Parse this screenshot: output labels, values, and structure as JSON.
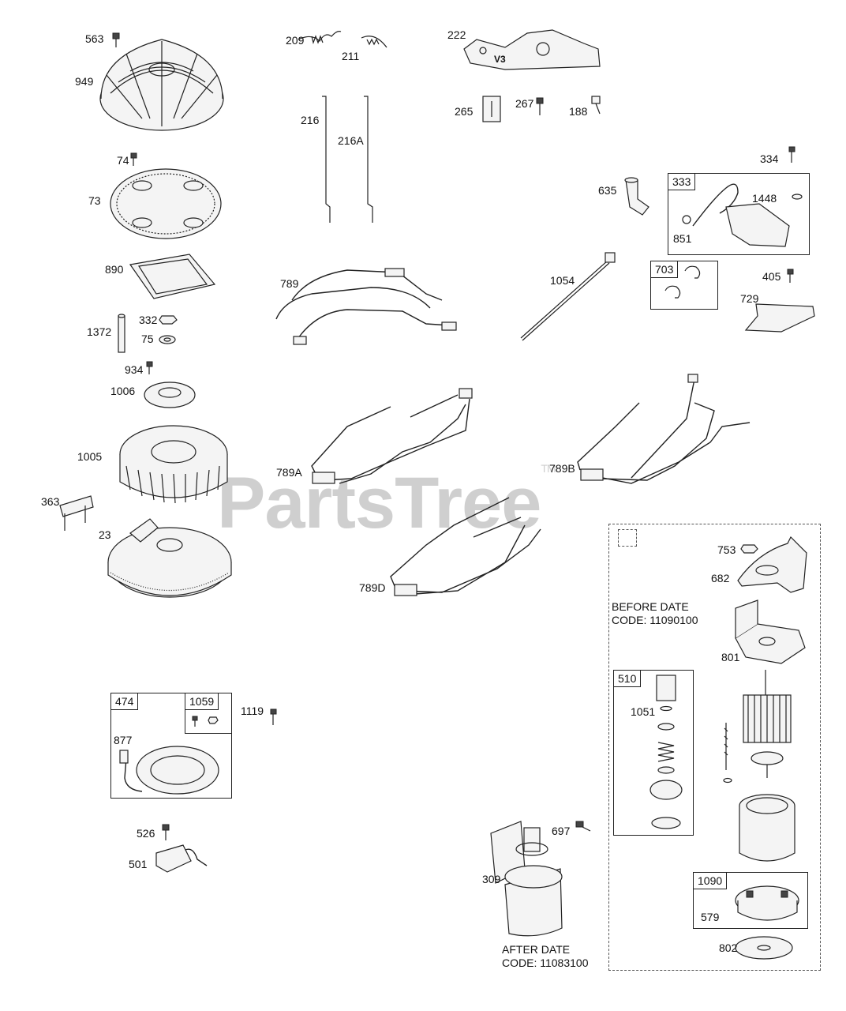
{
  "watermark": {
    "text": "PartsTree",
    "tm": "TM"
  },
  "labels": {
    "p563": "563",
    "p949": "949",
    "p74": "74",
    "p73": "73",
    "p890": "890",
    "p1372": "1372",
    "p332": "332",
    "p75": "75",
    "p934": "934",
    "p1006": "1006",
    "p1005": "1005",
    "p363": "363",
    "p23": "23",
    "p209": "209",
    "p211": "211",
    "p216": "216",
    "p216A": "216A",
    "p222": "222",
    "p265": "265",
    "p267": "267",
    "p188": "188",
    "p334": "334",
    "p635": "635",
    "p1448": "1448",
    "p851": "851",
    "p789": "789",
    "p1054": "1054",
    "p405": "405",
    "p729": "729",
    "p789A": "789A",
    "p789B": "789B",
    "p789D": "789D",
    "p753": "753",
    "p682": "682",
    "p801": "801",
    "p1051": "1051",
    "p697": "697",
    "p309": "309",
    "p579": "579",
    "p802": "802",
    "p1119": "1119",
    "p877": "877",
    "p526": "526",
    "p501": "501",
    "v3": "V3"
  },
  "boxes": {
    "b333": "333",
    "b703": "703",
    "b474": "474",
    "b1059": "1059",
    "b510": "510",
    "b1090": "1090"
  },
  "notes": {
    "before_line1": "BEFORE DATE",
    "before_line2": "CODE: 11090100",
    "after_line1": "AFTER DATE",
    "after_line2": "CODE: 11083100"
  }
}
